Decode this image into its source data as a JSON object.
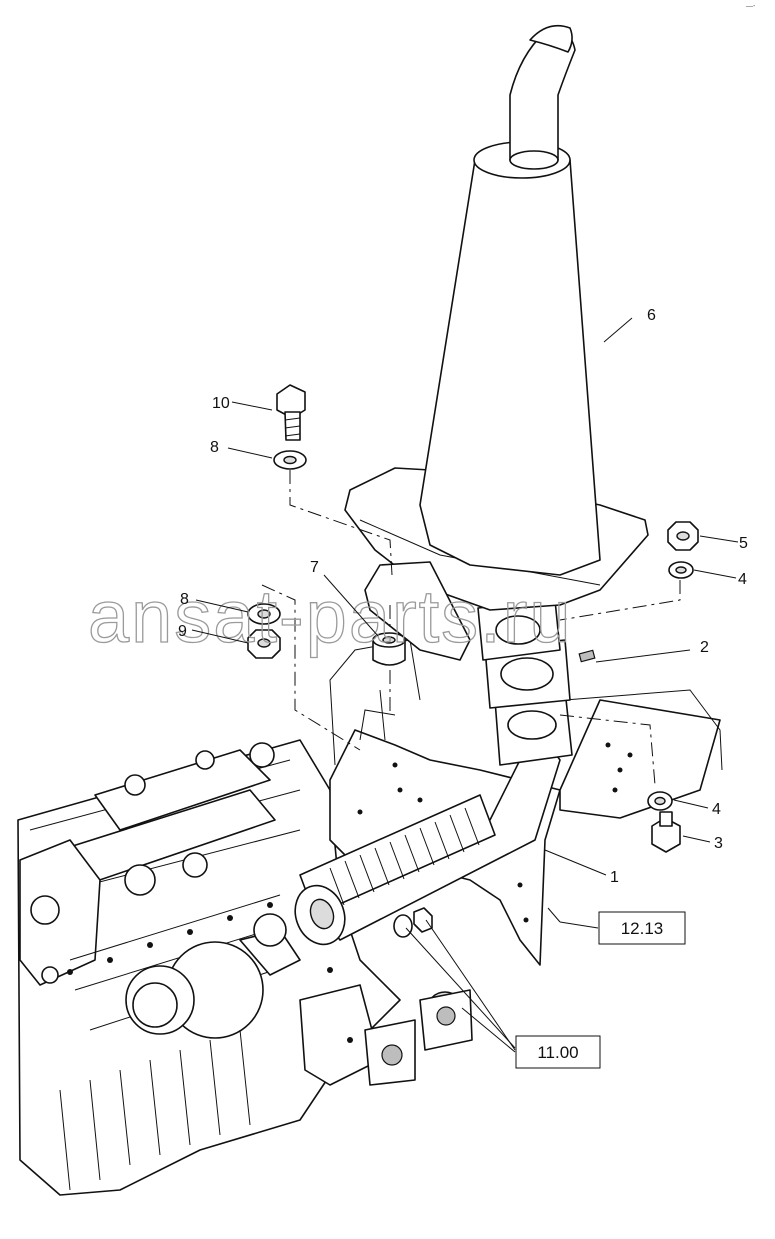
{
  "callouts": [
    "10",
    "8",
    "6",
    "5",
    "4",
    "7",
    "8",
    "9",
    "2",
    "4",
    "3",
    "1"
  ],
  "references": [
    "12.13",
    "11.00"
  ],
  "watermark": "ansat-parts.ru"
}
